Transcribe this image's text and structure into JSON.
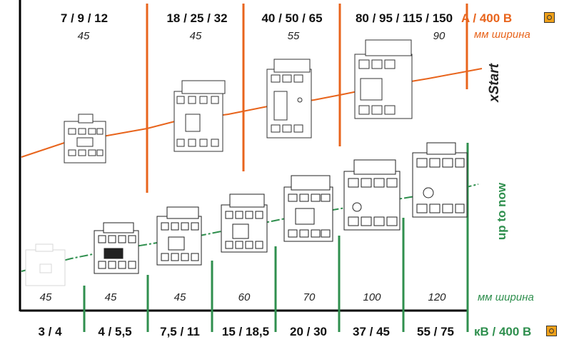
{
  "top_ratings": [
    "7 / 9 / 12",
    "18 / 25 / 32",
    "40 / 50 / 65",
    "80 / 95 / 115 / 150"
  ],
  "top_widths": [
    "45",
    "45",
    "55",
    "90"
  ],
  "top_unit": "A / 400 В",
  "top_width_unit": "мм ширина",
  "brand": "xStart",
  "bottom_widths": [
    "45",
    "45",
    "45",
    "60",
    "70",
    "100",
    "120"
  ],
  "bottom_ratings": [
    "3 / 4",
    "4 / 5,5",
    "7,5 / 11",
    "15 / 18,5",
    "20 / 30",
    "37 / 45",
    "55 / 75"
  ],
  "bottom_unit": "кВ / 400 В",
  "bottom_width_unit": "мм ширина",
  "side_note": "up to now",
  "colors": {
    "orange": "#e8641c",
    "green": "#2f8f4e",
    "badge": "#f0a11a",
    "axis": "#000000"
  },
  "icons": [
    "contactor-icon",
    "amber-badge-icon"
  ]
}
